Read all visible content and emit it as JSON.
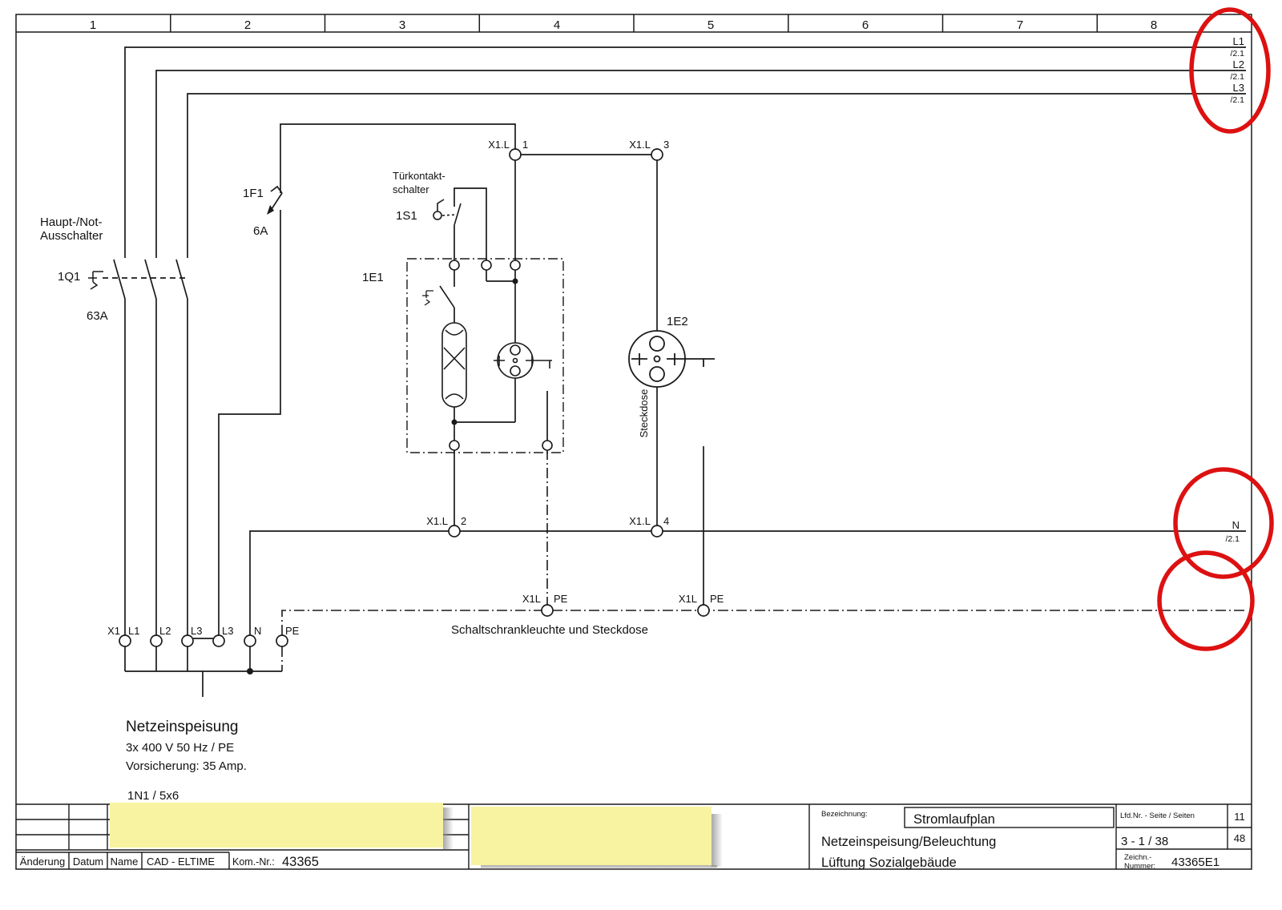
{
  "ruler": {
    "cols": [
      "1",
      "2",
      "3",
      "4",
      "5",
      "6",
      "7",
      "8"
    ]
  },
  "phases": {
    "l1": "L1",
    "l2": "L2",
    "l3": "L3",
    "n": "N",
    "ref": "/2.1"
  },
  "components": {
    "main_switch": {
      "label": "1Q1",
      "rating": "63A",
      "name_line1": "Haupt-/Not-",
      "name_line2": "Ausschalter"
    },
    "fuse": {
      "label": "1F1",
      "rating": "6A"
    },
    "door_switch": {
      "label": "1S1",
      "name_line1": "Türkontakt-",
      "name_line2": "schalter"
    },
    "cabinet_light": {
      "label": "1E1"
    },
    "socket": {
      "label": "1E2",
      "name": "Steckdose"
    }
  },
  "terminals": {
    "x1l_1": {
      "strip": "X1.L",
      "pin": "1"
    },
    "x1l_3": {
      "strip": "X1.L",
      "pin": "3"
    },
    "x1l_2": {
      "strip": "X1.L",
      "pin": "2"
    },
    "x1l_4": {
      "strip": "X1.L",
      "pin": "4"
    },
    "pe1": {
      "strip": "X1L",
      "pin": "PE"
    },
    "pe2": {
      "strip": "X1L",
      "pin": "PE"
    },
    "x1": {
      "strip": "X1",
      "pins": [
        "L1",
        "L2",
        "L3",
        "L3",
        "N",
        "PE"
      ]
    }
  },
  "notes": {
    "circuit_caption": "Schaltschrankleuchte und Steckdose",
    "supply_title": "Netzeinspeisung",
    "supply_line2": "3x 400 V 50 Hz / PE",
    "supply_line3": "Vorsicherung: 35 Amp.",
    "cable": "1N1 / 5x6"
  },
  "title_block": {
    "bezeichnung_label": "Bezeichnung:",
    "doc_type": "Stromlaufplan",
    "title_line1": "Netzeinspeisung/Beleuchtung",
    "title_line2": "Lüftung Sozialgebäude",
    "lfd_header": "Lfd.Nr.  -  Seite  /  Seiten",
    "lfd_value": "3     -  1     /  38",
    "pages_top": "11",
    "pages_bottom": "48",
    "zeichn_label1": "Zeichn.-",
    "zeichn_label2": "Nummer:",
    "zeichn_value": "43365E1",
    "aenderung": "Änderung",
    "datum": "Datum",
    "name": "Name",
    "cad": "CAD - ELTIME",
    "kom_label": "Kom.-Nr.:",
    "kom_value": "43365"
  },
  "colors": {
    "annotation_red": "#dd1111",
    "note_yellow": "#f8f3a0",
    "line": "#1a1a1a"
  }
}
